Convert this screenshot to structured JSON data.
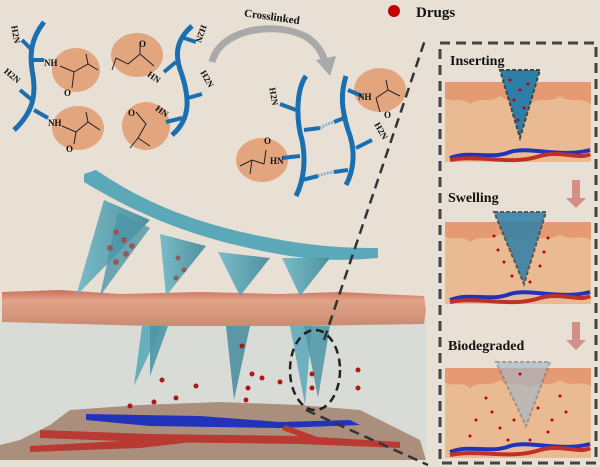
{
  "legend": {
    "drug_label": "Drugs",
    "drug_color": "#c00000"
  },
  "chemistry": {
    "arrow_label": "Crosslinked",
    "amine_label": "H2N",
    "amide_nh": "NH",
    "amide_hn": "HN",
    "carbonyl": "O"
  },
  "stages": [
    {
      "label": "Inserting"
    },
    {
      "label": "Swelling"
    },
    {
      "label": "Biodegraded"
    }
  ],
  "colors": {
    "background": "#e8e0d5",
    "polymer": "#1a6fb0",
    "monomer_blob": "#e2a57e",
    "needle": "#5ba8b8",
    "skin_top": "#e8b590",
    "skin_dermis": "#eabb93",
    "vein": "#2233bb",
    "artery": "#c0302a",
    "arrow_gray": "#a9a9a9",
    "stage_arrow": "#d48f86",
    "dashed_border": "#444444"
  }
}
